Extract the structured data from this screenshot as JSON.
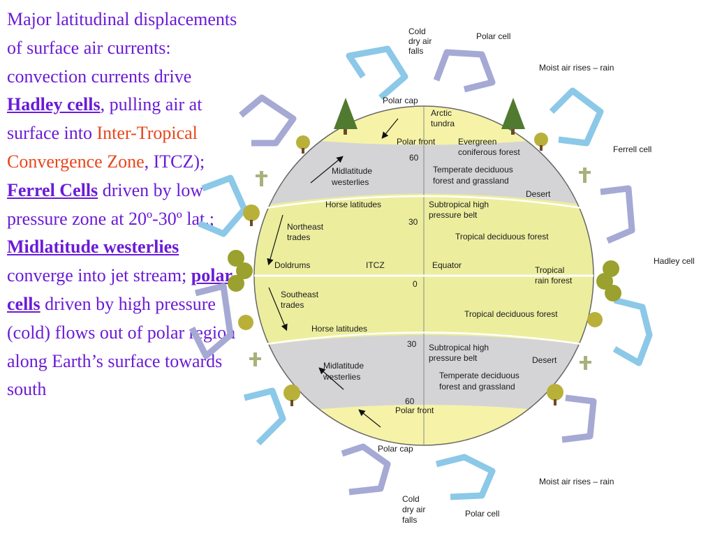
{
  "caption": {
    "p1": "Major latitudinal displacements of surface air currents: convection currents drive ",
    "hadley": "Hadley cells",
    "p2": ", pulling air at surface into ",
    "itcz_red": "Inter-Tropical Convergence Zone",
    "p3": ", ITCZ); ",
    "ferrel": "Ferrel Cells",
    "p4": " driven by low pressure zone at 20º-30º lat.; ",
    "westerlies": "Midlatitude westerlies",
    "p5": " converge into jet stream; ",
    "polar": "polar cells",
    "p6": " driven by high pressure (cold) flows out of polar region along Earth’s surface towards south"
  },
  "diagram": {
    "cold_dry_top": [
      "Cold",
      "dry air",
      "falls"
    ],
    "polar_cell_top": "Polar cell",
    "moist_top": "Moist air rises – rain",
    "polar_cap_top": "Polar cap",
    "arctic": [
      "Arctic",
      "tundra"
    ],
    "polar_front_top": "Polar front",
    "evergreen": [
      "Evergreen",
      "coniferous forest"
    ],
    "ferrell": "Ferrell cell",
    "lat60_top": "60",
    "midlat_top": [
      "Midlatitude",
      "westerlies"
    ],
    "temperate_top": [
      "Temperate deciduous",
      "forest and grassland"
    ],
    "desert_top": "Desert",
    "horse_top": "Horse latitudes",
    "subtropical_top": [
      "Subtropical high",
      "pressure belt"
    ],
    "lat30_top": "30",
    "ne_trades": [
      "Northeast",
      "trades"
    ],
    "tropical_dec_top": "Tropical deciduous forest",
    "hadley": "Hadley cell",
    "doldrums": "Doldrums",
    "itcz": "ITCZ",
    "equator": "Equator",
    "rain_forest": [
      "Tropical",
      "rain forest"
    ],
    "lat0": "0",
    "se_trades": [
      "Southeast",
      "trades"
    ],
    "tropical_dec_bot": "Tropical deciduous forest",
    "horse_bot": "Horse latitudes",
    "lat30_bot": "30",
    "subtropical_bot": [
      "Subtropical high",
      "pressure belt"
    ],
    "desert_bot": "Desert",
    "midlat_bot": [
      "Midlatitude",
      "westerlies"
    ],
    "temperate_bot": [
      "Temperate deciduous",
      "forest and grassland"
    ],
    "lat60_bot": "60",
    "polar_front_bot": "Polar front",
    "polar_cap_bot": "Polar cap",
    "moist_bot": "Moist air rises – rain",
    "cold_dry_bot": [
      "Cold",
      "dry air",
      "falls"
    ],
    "polar_cell_bot": "Polar cell"
  },
  "colors": {
    "yellow_zone": "#ecee9e",
    "polar_zone": "#f6f3a8",
    "gray_zone": "#d4d4d6",
    "warm_arrow": "#8cc8e8",
    "cool_arrow": "#a5a9d4",
    "caption_text": "#6a1bd6",
    "highlight_text": "#e8461a"
  }
}
